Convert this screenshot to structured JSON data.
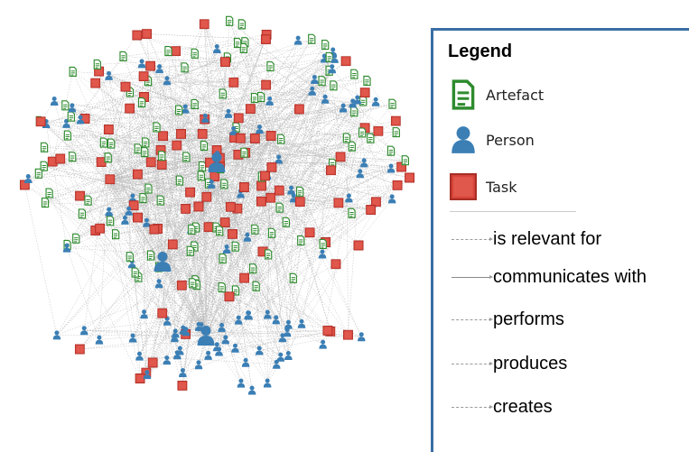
{
  "legend": {
    "title": "Legend",
    "node_types": [
      {
        "label": "Artefact",
        "icon": "artefact-icon",
        "color": "#2e8b2e"
      },
      {
        "label": "Person",
        "icon": "person-icon",
        "color": "#3b7fb5"
      },
      {
        "label": "Task",
        "icon": "task-icon",
        "color": "#d9453b"
      }
    ],
    "edge_types": [
      {
        "label": "is relevant for",
        "style": "dotted"
      },
      {
        "label": "communicates with",
        "style": "solid"
      },
      {
        "label": "performs",
        "style": "dotted"
      },
      {
        "label": "produces",
        "style": "dotted"
      },
      {
        "label": "creates",
        "style": "dotted"
      }
    ]
  },
  "colors": {
    "artefact": "#2e8b2e",
    "person": "#3b7fb5",
    "task": "#d9453b",
    "edge": "#b0b0b0",
    "legend_border": "#3a6ea5"
  }
}
